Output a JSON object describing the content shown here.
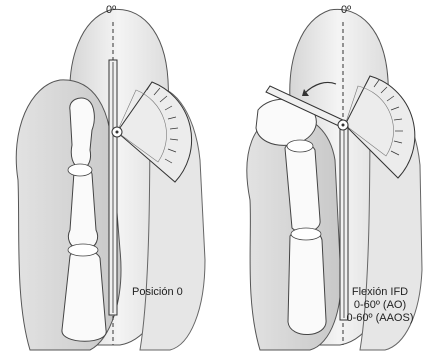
{
  "panels": [
    {
      "reference_label": "0º",
      "caption": [
        "Posición 0"
      ]
    },
    {
      "reference_label": "0º",
      "caption": [
        "Flexión IFD",
        "0-60º (AO)",
        "0-60º (AAOS)"
      ]
    }
  ],
  "goniometer_scale_marks": [
    "10",
    "20",
    "30",
    "40",
    "50",
    "60",
    "70",
    "80",
    "90"
  ],
  "colors": {
    "line": "#333333",
    "shade": "#d8d8d8",
    "skin": "#f2f2f2"
  }
}
